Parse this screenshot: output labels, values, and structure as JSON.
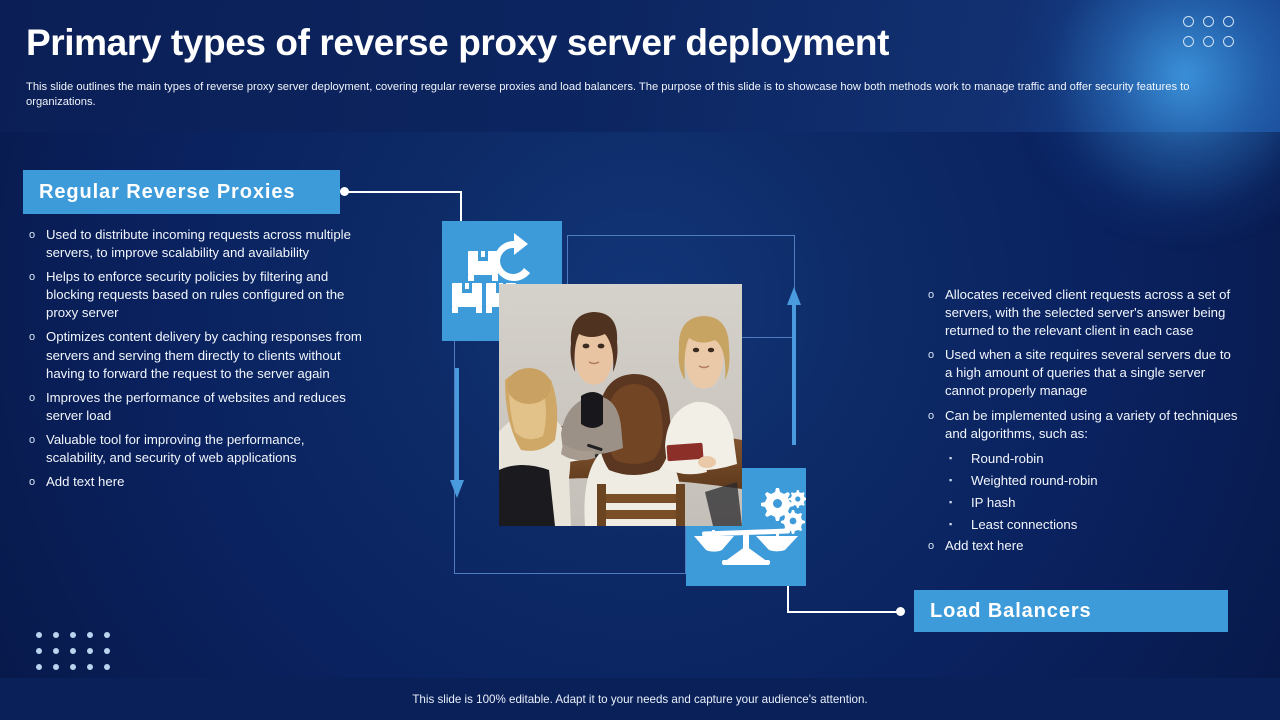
{
  "slide": {
    "title": "Primary types of reverse proxy server deployment",
    "subtitle": "This slide outlines the main types of reverse proxy server deployment, covering regular reverse proxies and load balancers. The purpose of this slide is to showcase how both methods work to manage traffic and offer security features to organizations.",
    "footer": "This slide is 100% editable. Adapt it to your needs and capture your audience's attention."
  },
  "colors": {
    "background_dark": "#0a2260",
    "background_deep": "#08194a",
    "accent_blue": "#3e9bda",
    "arrow_blue": "#4a9ade",
    "frame_outline": "#4f7bbf",
    "text_white": "#ffffff"
  },
  "left_section": {
    "label": "Regular Reverse Proxies",
    "bullet_marker": "o",
    "bullets": [
      "Used to distribute incoming requests across multiple servers, to improve scalability and availability",
      "Helps to enforce security policies by filtering and blocking requests based on rules configured on the proxy server",
      "Optimizes content delivery by caching responses from servers and serving them directly to clients without having to forward the request to the server again",
      "Improves the performance of websites and reduces server load",
      "Valuable tool for improving the performance, scalability, and security of web applications",
      "Add text here"
    ]
  },
  "right_section": {
    "label": "Load Balancers",
    "bullet_marker": "o",
    "sub_bullet_marker": "▪",
    "bullets": [
      "Allocates received client requests across a set of servers, with the selected server's answer being returned to the relevant client in each case",
      "Used when a site requires several servers due to a high amount of queries that a single server cannot properly manage",
      "Can be implemented using a variety of techniques and algorithms, such as:"
    ],
    "sub_bullets": [
      "Round-robin",
      "Weighted round-robin",
      "IP hash",
      "Least connections"
    ],
    "bullets_after": [
      "Add text here"
    ]
  },
  "graphic": {
    "icon_top_name": "reverse-logistics-icon",
    "icon_bottom_name": "balance-scale-icon",
    "photo_alt": "four women seated around a meeting table with documents",
    "arrow_down_name": "arrow-down-indicator",
    "arrow_up_name": "arrow-up-indicator"
  },
  "decorations": {
    "top_right_dot_count": 6,
    "bottom_left_dot_count": 15
  }
}
